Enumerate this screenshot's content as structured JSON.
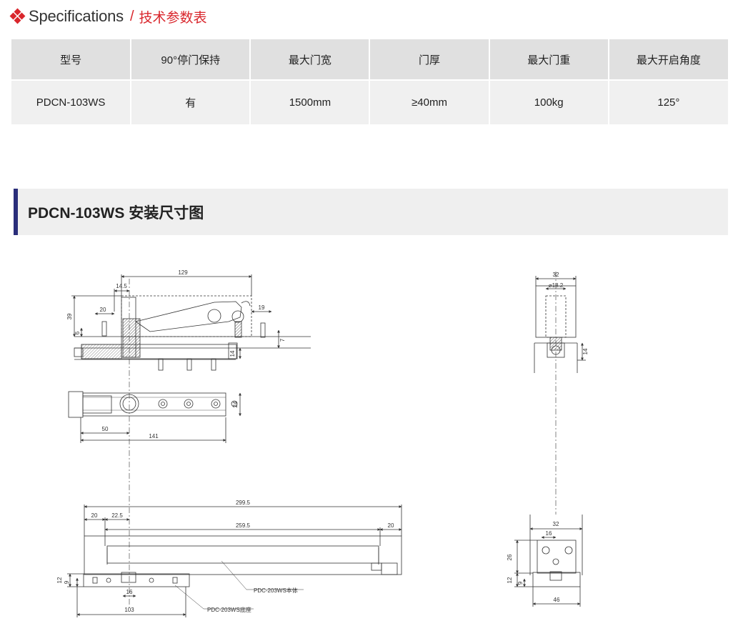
{
  "spec": {
    "title_en": "Specifications",
    "separator": "/",
    "title_cn": "技术参数表",
    "accent_color": "#d9262c",
    "headers": [
      "型号",
      "90°停门保持",
      "最大门宽",
      "门厚",
      "最大门重",
      "最大开启角度"
    ],
    "row": [
      "PDCN-103WS",
      "有",
      "1500mm",
      "≥40mm",
      "100kg",
      "125°"
    ]
  },
  "section": {
    "title": "PDCN-103WS 安装尺寸图",
    "bar_color": "#2a2e7a"
  },
  "drawing": {
    "dims": {
      "d129": "129",
      "d14_5": "14.5",
      "d20": "20",
      "d19": "19",
      "d39": "39",
      "d6": "6",
      "d7": "7",
      "d14": "14",
      "d24": "24",
      "d50": "50",
      "d141": "141",
      "d299_5": "299.5",
      "d20b": "20",
      "d22_5": "22.5",
      "d259_5": "259.5",
      "d20c": "20",
      "d12": "12",
      "d9": "9",
      "d16": "16",
      "d103": "103",
      "r32": "32",
      "r18_2": "⌀18.2",
      "r14": "14",
      "r32b": "32",
      "r16": "16",
      "r26": "26",
      "r12": "12",
      "r9": "9",
      "r46": "46"
    },
    "labels": {
      "body": "PDC-203WS本体",
      "base": "PDC-203WS底座"
    }
  }
}
